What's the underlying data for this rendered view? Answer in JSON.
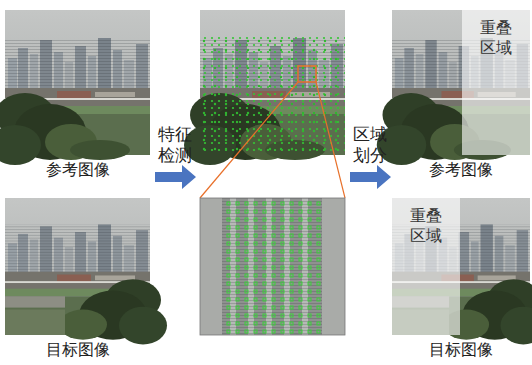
{
  "diagram": {
    "nodes": [
      {
        "text": [
          "参考图像"
        ]
      },
      {
        "text": [
          "目标图像"
        ]
      },
      {
        "text": [
          "参考图像"
        ]
      },
      {
        "text": [
          "重叠 区域"
        ],
        "in": 2
      },
      {
        "text": [
          "目标图像"
        ]
      },
      {
        "text": [
          "重叠 区域"
        ],
        "in": 4
      }
    ],
    "labels": [
      "特征 检测",
      "区域 划分"
    ]
  }
}
